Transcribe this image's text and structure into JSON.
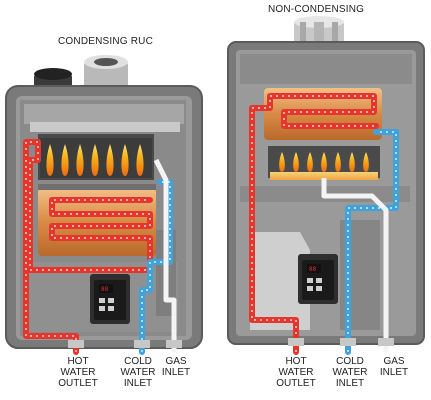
{
  "units": [
    {
      "title": "CONDENSING RUC",
      "labels": [
        {
          "id": "hot",
          "lines": [
            "HOT",
            "WATER",
            "OUTLET"
          ]
        },
        {
          "id": "cold",
          "lines": [
            "COLD",
            "WATER",
            "INLET"
          ]
        },
        {
          "id": "gas",
          "lines": [
            "GAS",
            "INLET"
          ]
        }
      ]
    },
    {
      "title": "NON-CONDENSING",
      "labels": [
        {
          "id": "hot",
          "lines": [
            "HOT",
            "WATER",
            "OUTLET"
          ]
        },
        {
          "id": "cold",
          "lines": [
            "COLD",
            "WATER",
            "INLET"
          ]
        },
        {
          "id": "gas",
          "lines": [
            "GAS",
            "INLET"
          ]
        }
      ]
    }
  ],
  "colors": {
    "hot": "#e8352b",
    "cold": "#3ea3dc",
    "gas": "#f2f2f2",
    "casing": "#6a6a6a",
    "interior": "#8c8c8c",
    "exchanger": "#d9924e",
    "flame": "#f6a21a"
  }
}
